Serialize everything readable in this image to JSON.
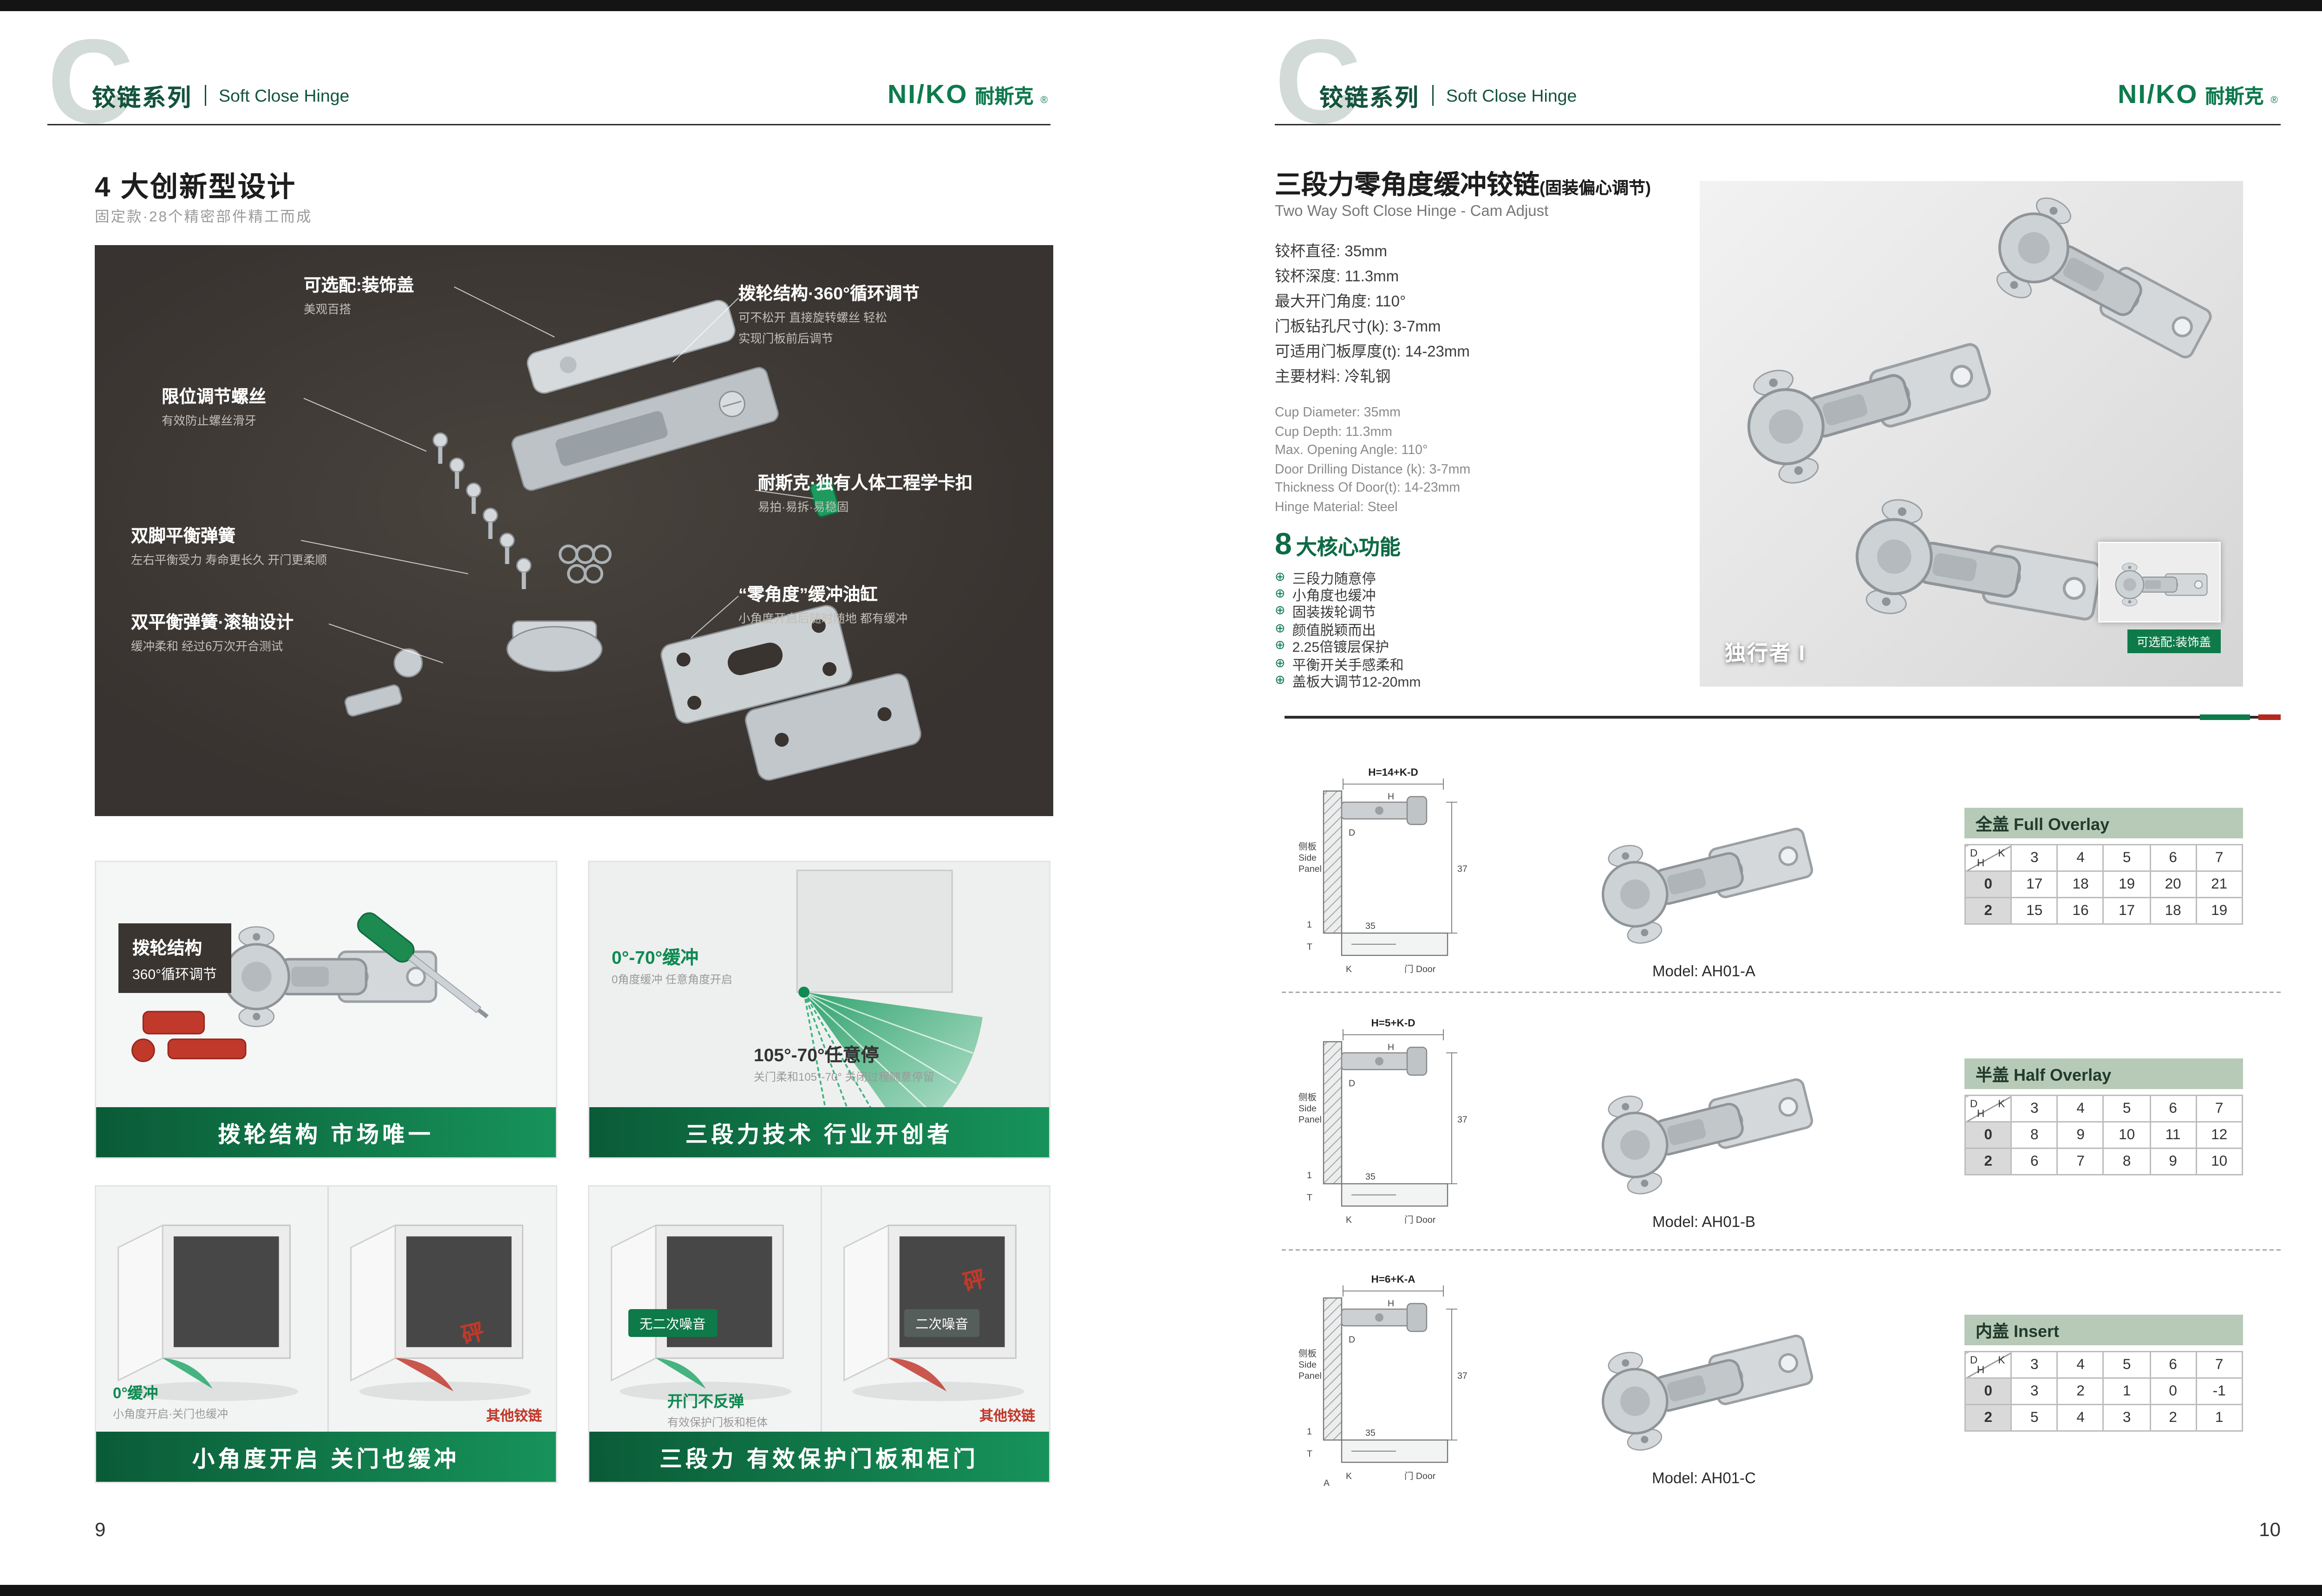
{
  "colors": {
    "brand_green": "#0e7a4e",
    "banner_green_dark": "#0a5b37",
    "banner_green_light": "#17935a",
    "accent_red": "#b5271d",
    "dark_panel": "#383330",
    "table_title_bg": "#b7cab8",
    "row_label_bg": "#d9d9d9"
  },
  "header": {
    "watermark": "C",
    "series_cn": "铰链系列",
    "series_en": "Soft Close Hinge",
    "logo_en": "NI/KO",
    "logo_cn": "耐斯克",
    "logo_reg": "®"
  },
  "left": {
    "page_number": "9",
    "title": "4 大创新型设计",
    "subtitle": "固定款·28个精密部件精工而成",
    "callouts": [
      {
        "title": "可选配:装饰盖",
        "line1": "美观百搭",
        "line2": ""
      },
      {
        "title": "拨轮结构·360°循环调节",
        "line1": "可不松开 直接旋转螺丝 轻松",
        "line2": "实现门板前后调节"
      },
      {
        "title": "限位调节螺丝",
        "line1": "有效防止螺丝滑牙",
        "line2": ""
      },
      {
        "title": "耐斯克·独有人体工程学卡扣",
        "line1": "易拍·易拆·易稳固",
        "line2": ""
      },
      {
        "title": "双脚平衡弹簧",
        "line1": "左右平衡受力 寿命更长久 开门更柔顺",
        "line2": ""
      },
      {
        "title": "双平衡弹簧·滚轴设计",
        "line1": "缓冲柔和 经过6万次开合测试",
        "line2": ""
      },
      {
        "title": "“零角度”缓冲油缸",
        "line1": "小角度开启后随时随地 都有缓冲",
        "line2": ""
      }
    ],
    "panel1": {
      "tag_line1": "拨轮结构",
      "tag_line2": "360°循环调节",
      "banner": "拨轮结构 市场唯一"
    },
    "panel2": {
      "label1": "0°-70°缓冲",
      "label1_sub": "0角度缓冲 任意角度开启",
      "label2": "105°-70°任意停",
      "label2_sub": "关门柔和105°-70° 关闭过程随意停留",
      "banner": "三段力技术 行业开创者"
    },
    "panel3": {
      "label1": "0°缓冲",
      "label1_sub": "小角度开启·关门也缓冲",
      "other": "其他铰链",
      "bang": "砰",
      "banner": "小角度开启 关门也缓冲"
    },
    "panel4": {
      "tag_good": "无二次噪音",
      "tag_bad": "二次噪音",
      "label1": "开门不反弹",
      "label1_sub": "有效保护门板和柜体",
      "other": "其他铰链",
      "bang": "砰",
      "banner": "三段力 有效保护门板和柜门"
    }
  },
  "right": {
    "page_number": "10",
    "title": "三段力零角度缓冲铰链",
    "title_suffix": "(固装偏心调节)",
    "subtitle": "Two Way Soft Close Hinge - Cam Adjust",
    "specs_cn": [
      "铰杯直径: 35mm",
      "铰杯深度: 11.3mm",
      "最大开门角度: 110°",
      "门板钻孔尺寸(k): 3-7mm",
      "可适用门板厚度(t): 14-23mm",
      "主要材料: 冷轧钢"
    ],
    "specs_en": [
      "Cup Diameter: 35mm",
      "Cup Depth: 11.3mm",
      "Max. Opening Angle: 110°",
      "Door Drilling Distance (k): 3-7mm",
      "Thickness Of Door(t): 14-23mm",
      "Hinge Material: Steel"
    ],
    "features_num": "8",
    "features_title": "大核心功能",
    "feature_bullet": "⊕",
    "features": [
      "三段力随意停",
      "小角度也缓冲",
      "固装拨轮调节",
      "颜值脱颖而出",
      "2.25倍镀层保护",
      "平衡开关手感柔和",
      "盖板大调节12-20mm"
    ],
    "product_name": "独行者 I",
    "product_tag": "可选配:装饰盖",
    "drawing_labels": {
      "panel_cn": "侧板",
      "panel_en1": "Side",
      "panel_en2": "Panel",
      "door": "门 Door",
      "dim_v": "37",
      "dim_h": "35",
      "h": "H",
      "d": "D",
      "k": "K",
      "t": "T",
      "one": "1"
    },
    "sections": [
      {
        "drawing_title": "H=14+K-D",
        "model": "Model: AH01-A",
        "table": {
          "title": "全盖 Full Overlay",
          "corner": {
            "d": "D",
            "h": "H",
            "k": "K"
          },
          "k_values": [
            "3",
            "4",
            "5",
            "6",
            "7"
          ],
          "rows": [
            {
              "h": "0",
              "values": [
                "17",
                "18",
                "19",
                "20",
                "21"
              ]
            },
            {
              "h": "2",
              "values": [
                "15",
                "16",
                "17",
                "18",
                "19"
              ]
            }
          ]
        }
      },
      {
        "drawing_title": "H=5+K-D",
        "model": "Model: AH01-B",
        "table": {
          "title": "半盖 Half Overlay",
          "corner": {
            "d": "D",
            "h": "H",
            "k": "K"
          },
          "k_values": [
            "3",
            "4",
            "5",
            "6",
            "7"
          ],
          "rows": [
            {
              "h": "0",
              "values": [
                "8",
                "9",
                "10",
                "11",
                "12"
              ]
            },
            {
              "h": "2",
              "values": [
                "6",
                "7",
                "8",
                "9",
                "10"
              ]
            }
          ]
        }
      },
      {
        "drawing_title": "H=6+K-A",
        "drawing_extra": "A",
        "model": "Model: AH01-C",
        "table": {
          "title": "内盖 Insert",
          "corner": {
            "d": "D",
            "h": "H",
            "k": "K"
          },
          "k_values": [
            "3",
            "4",
            "5",
            "6",
            "7"
          ],
          "rows": [
            {
              "h": "0",
              "values": [
                "3",
                "2",
                "1",
                "0",
                "-1"
              ]
            },
            {
              "h": "2",
              "values": [
                "5",
                "4",
                "3",
                "2",
                "1"
              ]
            }
          ]
        }
      }
    ]
  }
}
